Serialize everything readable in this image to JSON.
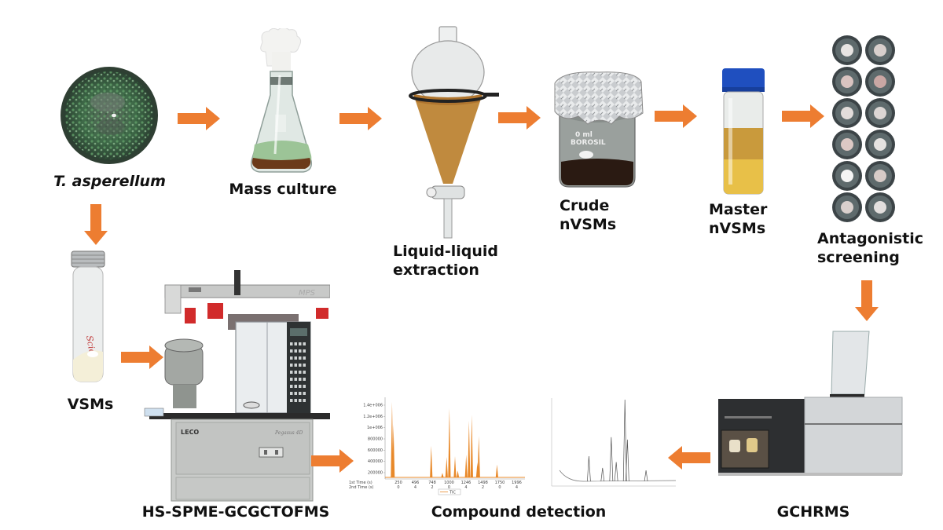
{
  "colors": {
    "arrow": "#ED7D31",
    "label_text": "#111111",
    "chromatogram_trace": "#E8892A",
    "background": "#FFFFFF"
  },
  "steps": {
    "t_asperellum": {
      "label": "T. asperellum",
      "icon": "petri-dish"
    },
    "mass_culture": {
      "label": "Mass culture",
      "icon": "erlenmeyer-flask"
    },
    "liquid_extraction": {
      "line1": "Liquid-liquid",
      "line2": "extraction",
      "icon": "separatory-funnel"
    },
    "crude_nvsms": {
      "line1": "Crude",
      "line2": "nVSMs",
      "icon": "foil-covered-beaker"
    },
    "master_nvsms": {
      "line1": "Master",
      "line2": "nVSMs",
      "icon": "blue-cap-vial"
    },
    "antagonistic": {
      "line1": "Antagonistic",
      "line2": "screening",
      "icon": "plate-grid"
    },
    "vsms": {
      "label": "VSMs",
      "icon": "headspace-vial"
    },
    "hs_spme": {
      "label": "HS-SPME-GCGCTOFMS",
      "icon": "gc-instrument",
      "brand": "LECO",
      "model": "Pegasus 4D",
      "autosampler": "MPS"
    },
    "compound_detection": {
      "label": "Compound detection",
      "icon": "chromatograms"
    },
    "gchrms": {
      "label": "GCHRMS",
      "icon": "hrms-instrument"
    }
  },
  "arrows": [
    {
      "id": "asperellum-to-culture",
      "direction": "right"
    },
    {
      "id": "culture-to-extraction",
      "direction": "right"
    },
    {
      "id": "extraction-to-crude",
      "direction": "right"
    },
    {
      "id": "crude-to-master",
      "direction": "right"
    },
    {
      "id": "master-to-screening",
      "direction": "right"
    },
    {
      "id": "asperellum-to-vsms",
      "direction": "down"
    },
    {
      "id": "vsms-to-gcgc",
      "direction": "right"
    },
    {
      "id": "gcgc-to-detection",
      "direction": "right"
    },
    {
      "id": "screening-to-gchrms",
      "direction": "down"
    },
    {
      "id": "gchrms-to-detection",
      "direction": "left"
    }
  ],
  "chromatogram_tic": {
    "y_ticks": [
      "1.4e+006",
      "1.2e+006",
      "1e+006",
      "800000",
      "600000",
      "400000",
      "200000"
    ],
    "x1_label": "1st Time (s)",
    "x1_ticks": [
      "250",
      "496",
      "748",
      "1000",
      "1246",
      "1498",
      "1750",
      "1996"
    ],
    "x2_label": "2nd Time (s)",
    "x2_ticks": [
      "0",
      "4",
      "2",
      "0",
      "4",
      "2",
      "0",
      "4"
    ],
    "legend": "TIC",
    "peaks": [
      {
        "x": 0.05,
        "h": 1.0
      },
      {
        "x": 0.06,
        "h": 0.7
      },
      {
        "x": 0.33,
        "h": 0.42
      },
      {
        "x": 0.41,
        "h": 0.06
      },
      {
        "x": 0.44,
        "h": 0.27
      },
      {
        "x": 0.46,
        "h": 0.92
      },
      {
        "x": 0.5,
        "h": 0.28
      },
      {
        "x": 0.52,
        "h": 0.09
      },
      {
        "x": 0.58,
        "h": 0.3
      },
      {
        "x": 0.6,
        "h": 0.75
      },
      {
        "x": 0.62,
        "h": 0.83
      },
      {
        "x": 0.66,
        "h": 0.2
      },
      {
        "x": 0.67,
        "h": 0.55
      },
      {
        "x": 0.8,
        "h": 0.17
      }
    ]
  },
  "chromatogram_hrms": {
    "peaks": [
      {
        "x": 0.3,
        "h": 0.32
      },
      {
        "x": 0.41,
        "h": 0.18
      },
      {
        "x": 0.48,
        "h": 0.55
      },
      {
        "x": 0.52,
        "h": 0.25
      },
      {
        "x": 0.59,
        "h": 1.0
      },
      {
        "x": 0.61,
        "h": 0.52
      },
      {
        "x": 0.76,
        "h": 0.15
      }
    ]
  }
}
